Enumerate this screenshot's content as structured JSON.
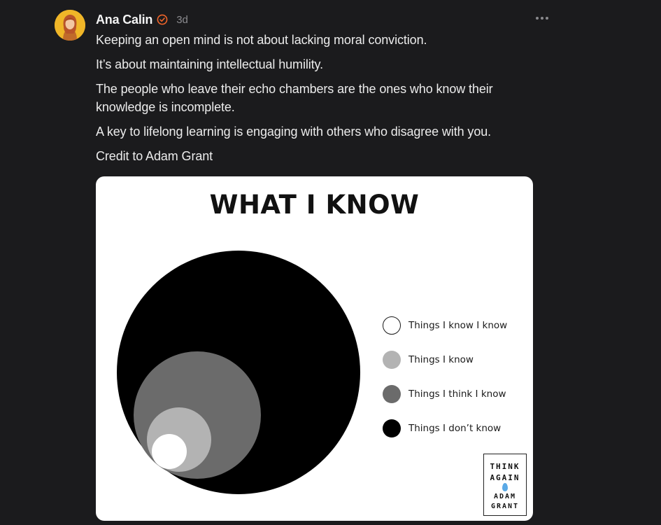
{
  "post": {
    "author": "Ana Calin",
    "time": "3d",
    "paragraphs": [
      "Keeping an open mind is not about lacking moral conviction.",
      "It’s about maintaining intellectual humility.",
      "The people who leave their echo chambers are the ones who know their knowledge is incomplete.",
      "A key to lifelong learning is engaging with others who disagree with you.",
      "Credit to Adam Grant"
    ]
  },
  "icons": {
    "verified": "verified-check-icon",
    "more": "more-options-icon"
  },
  "colors": {
    "background": "#1b1b1d",
    "text": "#ececec",
    "muted": "#8b8b8f",
    "verified": "#f0652a",
    "avatar": "#f0b628"
  },
  "image": {
    "title": "WHAT I KNOW",
    "legend": [
      {
        "label": "Things I know I know",
        "color": "#ffffff"
      },
      {
        "label": "Things I know",
        "color": "#b3b3b3"
      },
      {
        "label": "Things I think I know",
        "color": "#6b6b6b"
      },
      {
        "label": "Things I don’t know",
        "color": "#000000"
      }
    ],
    "book": {
      "title_line1": "THINK",
      "title_line2": "AGAIN",
      "author_line1": "ADAM",
      "author_line2": "GRANT"
    }
  }
}
